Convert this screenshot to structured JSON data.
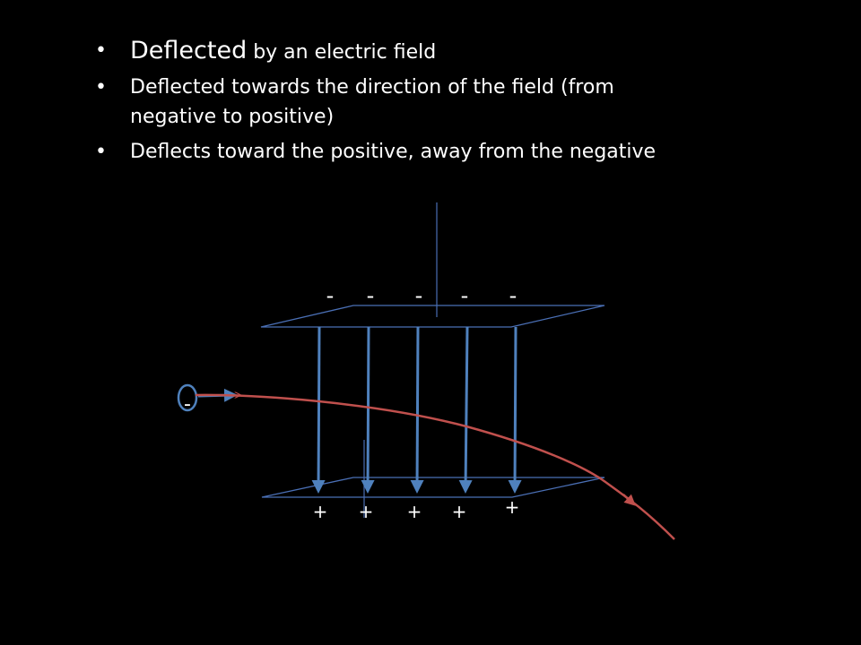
{
  "bullets": [
    {
      "lead": "Deflected",
      "rest": " by an electric field"
    },
    {
      "lead": "",
      "rest": "Deflected towards the direction of the field (from negative to positive)"
    },
    {
      "lead": "",
      "rest": "Deflects toward the positive, away from the negative"
    }
  ],
  "bullet_glyph": "•",
  "diagram": {
    "top_plate_charge": "-",
    "bottom_plate_charge": "+",
    "electron_charge": "-",
    "plate_color": "#4a6fb5",
    "field_line_color": "#4f81bd",
    "path_color": "#c0504d",
    "field_line_count": 5
  }
}
